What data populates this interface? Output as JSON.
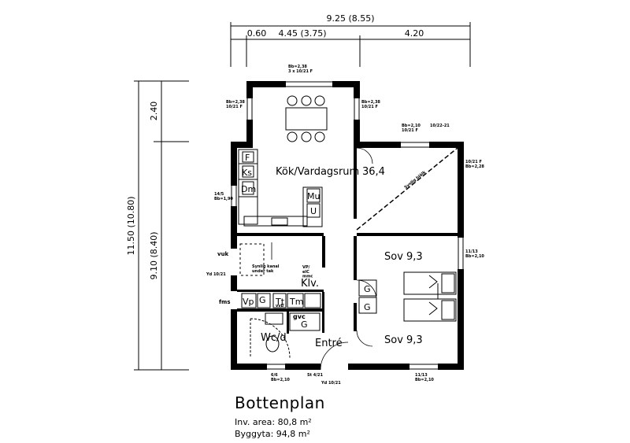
{
  "title": "Bottenplan",
  "areas": {
    "inv_area": "Inv. area: 80,8 m²",
    "byggyta": "Byggyta: 94,8 m²"
  },
  "dimensions": {
    "total_width": "9.25 (8.55)",
    "seg1": "0.60",
    "seg2": "4.45 (3.75)",
    "seg3": "4.20",
    "total_depth": "11.50 (10.80)",
    "depth_top": "2.40",
    "depth_main": "9.10 (8.40)"
  },
  "rooms": {
    "kitchen_living": "Kök/Vardagsrum",
    "kitchen_area": "36,4",
    "bedroom1": "Sov 9,3",
    "bedroom2": "Sov 9,3",
    "closet": "Klv.",
    "wc": "Wc/d",
    "entry": "Entré"
  },
  "fixtures": {
    "fridge": "F",
    "ks": "Ks",
    "dm": "Dm",
    "mu": "Mu",
    "u": "U",
    "vp": "Vp",
    "g": "G",
    "tt": "Tt",
    "tm": "Tm",
    "gvc": "gvc",
    "g_gvc": "G",
    "wardrobe_a": "G",
    "wardrobe_b": "G",
    "vvb": "vvb",
    "fms": "fms",
    "vp_el": "VP/\nelC\nmmc"
  },
  "notes": {
    "top_window": "Bb=2,38\n3 x 10/21 F",
    "left_top_window": "Bb=2,38\n10/21 F",
    "right_top_window": "Bb=2,38\n10/21 F",
    "bed_window_a": "Bb=2,10\n10/21 F",
    "bed_door_top": "10/22-21",
    "bed_window_b": "10/21 F\nBb=2,28",
    "left_window": "14/5\nBb=1,90",
    "right_window": "11/13\nBb=2,10",
    "vuk": "vuk",
    "yd_left": "Yd 10/21",
    "synlig": "Synlig kanal\nunder tak",
    "bot_left": "6/6\nBb=2,10",
    "st": "St 4/21",
    "yd_bot": "Yd 10/21",
    "bot_right": "11/13\nBb=2,10",
    "diag": "Synlig bjälk"
  }
}
